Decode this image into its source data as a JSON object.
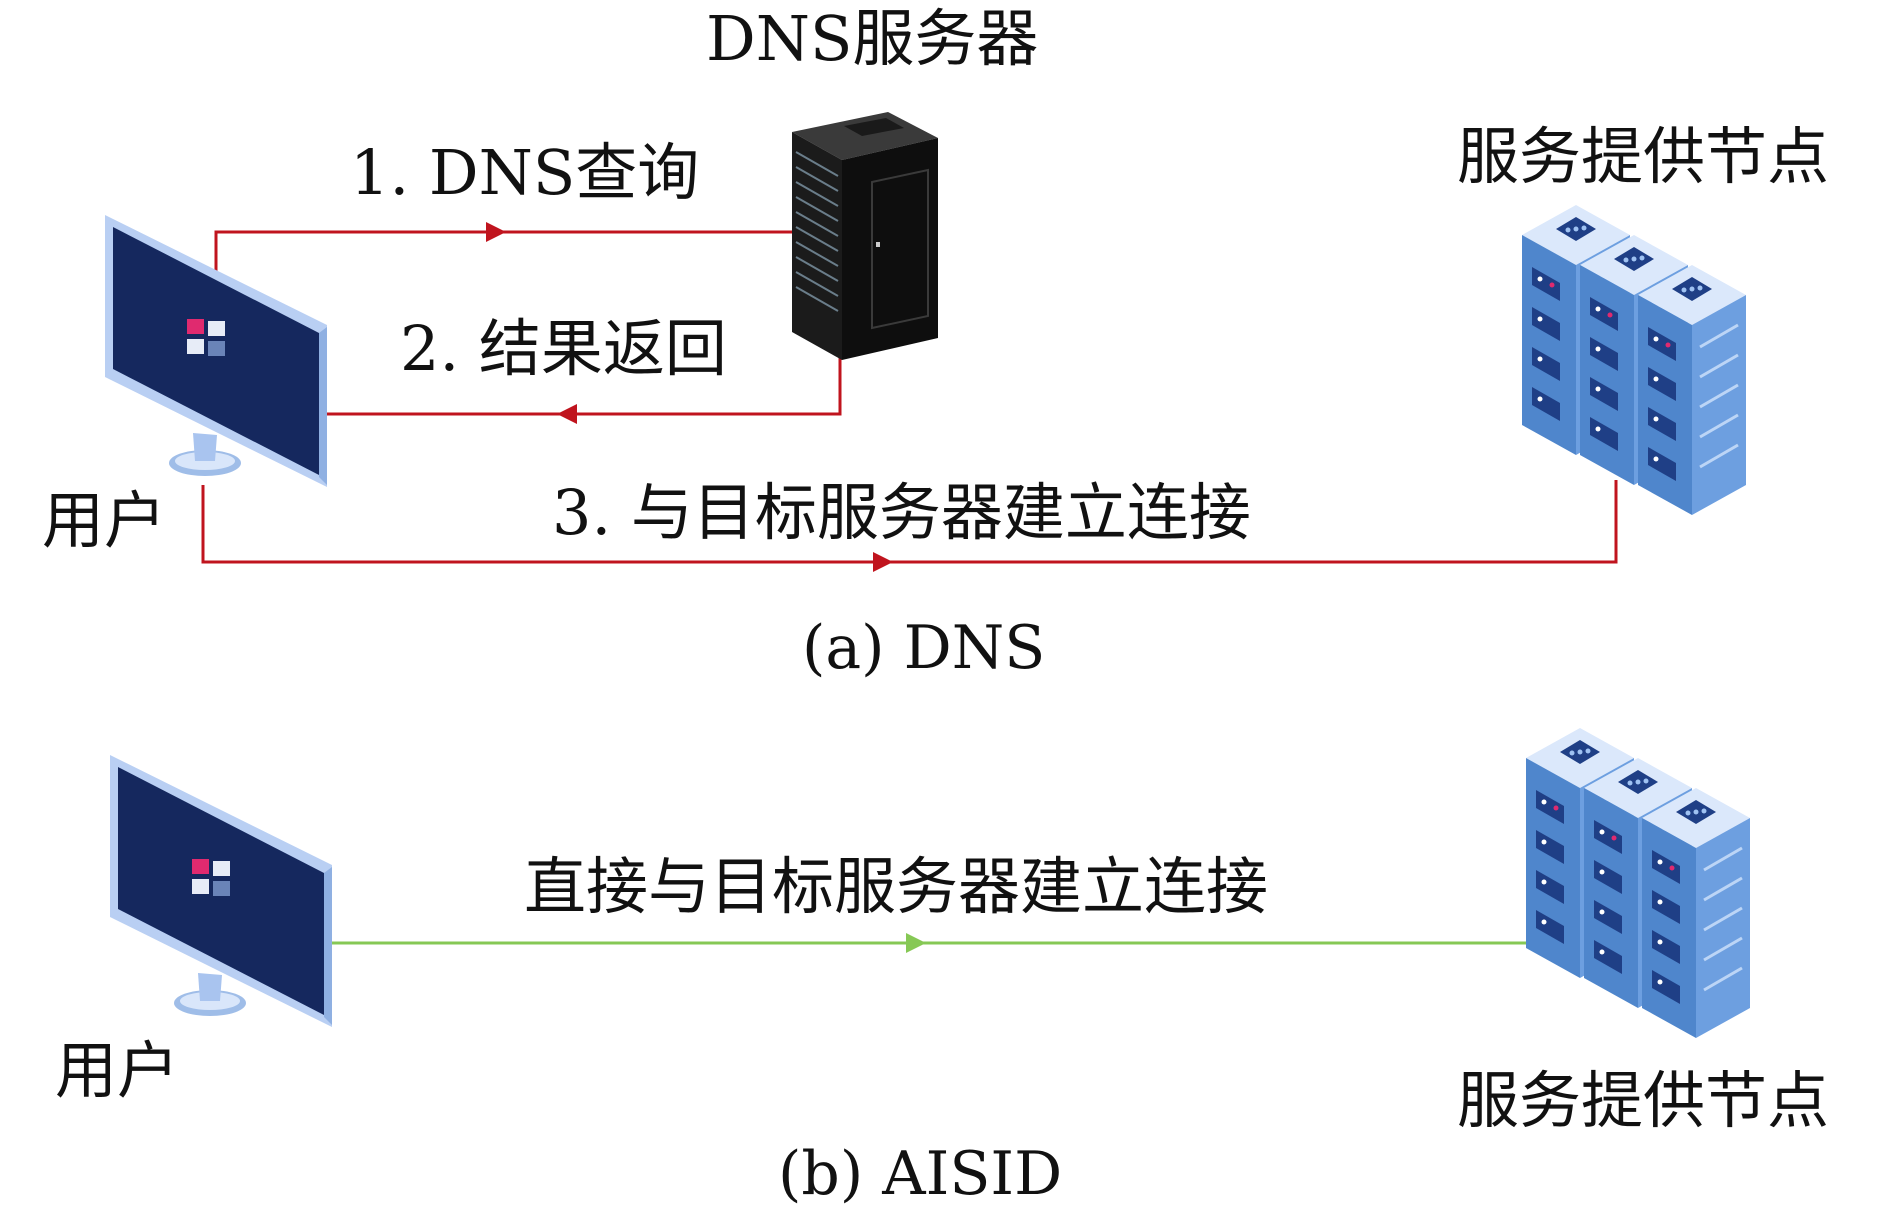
{
  "colors": {
    "dns_path": "#c0141e",
    "aisid_path": "#86c855",
    "monitor_dark": "#15285e",
    "monitor_frame": "#b9cff3",
    "server_blue": "#4f86cc",
    "server_light": "#dbe8fb",
    "rack_black": "#1b1b1b",
    "logo_pink": "#e02a6f"
  },
  "panel_a": {
    "dns_server_label": "DNS服务器",
    "step1": "1. DNS查询",
    "step2": "2. 结果返回",
    "step3": "3. 与目标服务器建立连接",
    "user_label": "用户",
    "node_label": "服务提供节点",
    "caption": "(a) DNS",
    "icons": [
      "monitor-icon",
      "server-rack-icon",
      "server-cluster-icon"
    ]
  },
  "panel_b": {
    "direct": "直接与目标服务器建立连接",
    "user_label": "用户",
    "node_label": "服务提供节点",
    "caption": "(b) AISID",
    "icons": [
      "monitor-icon",
      "server-cluster-icon"
    ]
  }
}
